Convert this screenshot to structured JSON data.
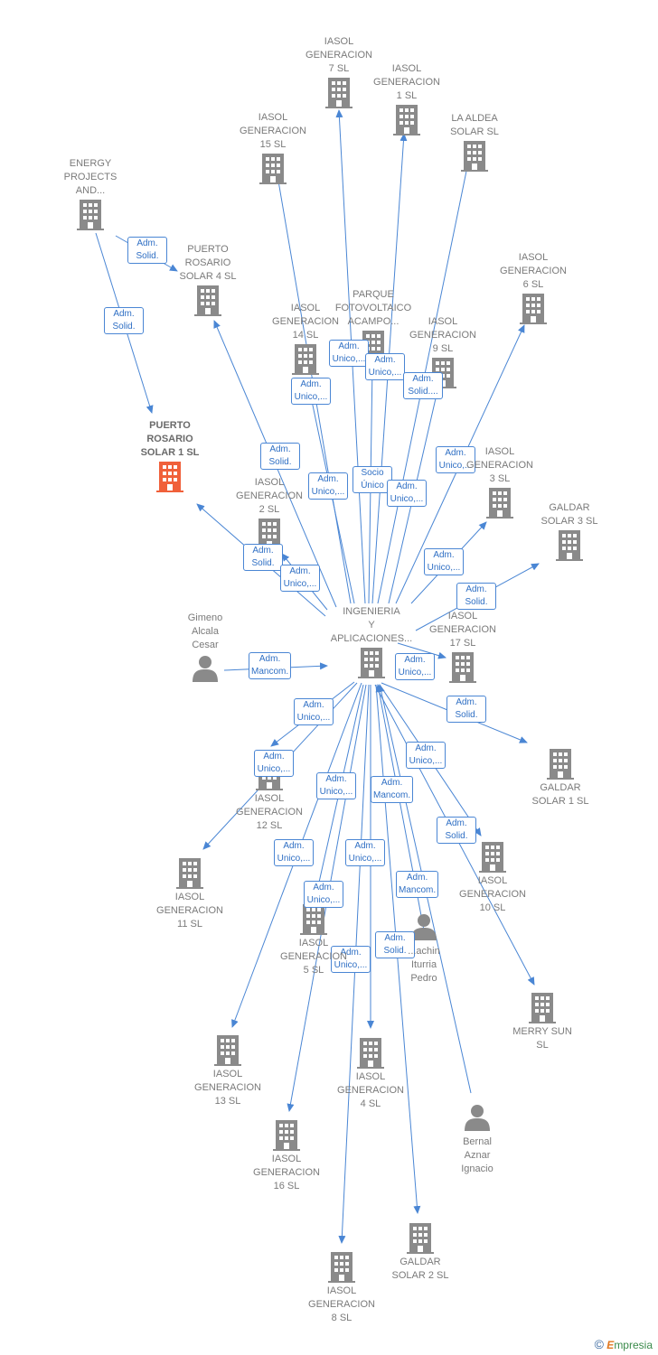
{
  "colors": {
    "edge": "#4a86d4",
    "building": "#8a8a8a",
    "building_highlight": "#f0603a",
    "person": "#8a8a8a"
  },
  "nodes": [
    {
      "id": "ingenieria",
      "label": "INGENIERIA\nY\nAPLICACIONES...",
      "type": "company"
    },
    {
      "id": "iasol7",
      "label": "IASOL\nGENERACION\n7  SL",
      "type": "company"
    },
    {
      "id": "iasol1",
      "label": "IASOL\nGENERACION\n1  SL",
      "type": "company"
    },
    {
      "id": "aldea",
      "label": "LA ALDEA\nSOLAR  SL",
      "type": "company"
    },
    {
      "id": "iasol15",
      "label": "IASOL\nGENERACION\n15  SL",
      "type": "company"
    },
    {
      "id": "energy",
      "label": "ENERGY\nPROJECTS\nAND...",
      "type": "company"
    },
    {
      "id": "pr4",
      "label": "PUERTO\nROSARIO\nSOLAR 4  SL",
      "type": "company"
    },
    {
      "id": "iasol6",
      "label": "IASOL\nGENERACION\n6  SL",
      "type": "company"
    },
    {
      "id": "iasol14",
      "label": "IASOL\nGENERACION\n14  SL",
      "type": "company"
    },
    {
      "id": "parque",
      "label": "PARQUE\nFOTOVOLTAICO\nACAMPO...",
      "type": "company"
    },
    {
      "id": "iasol9",
      "label": "IASOL\nGENERACION\n9  SL",
      "type": "company"
    },
    {
      "id": "pr1",
      "label": "PUERTO\nROSARIO\nSOLAR 1  SL",
      "type": "company",
      "highlight": true
    },
    {
      "id": "iasol3",
      "label": "IASOL\nGENERACION\n3  SL",
      "type": "company"
    },
    {
      "id": "iasol2",
      "label": "IASOL\nGENERACION\n2  SL",
      "type": "company"
    },
    {
      "id": "galdar3",
      "label": "GALDAR\nSOLAR 3  SL",
      "type": "company"
    },
    {
      "id": "iasol17",
      "label": "IASOL\nGENERACION\n17  SL",
      "type": "company"
    },
    {
      "id": "gimeno",
      "label": "Gimeno\nAlcala\nCesar",
      "type": "person"
    },
    {
      "id": "galdar1",
      "label": "GALDAR\nSOLAR 1  SL",
      "type": "company"
    },
    {
      "id": "iasol12",
      "label": "IASOL\nGENERACION\n12  SL",
      "type": "company"
    },
    {
      "id": "iasol11",
      "label": "IASOL\nGENERACION\n11  SL",
      "type": "company"
    },
    {
      "id": "iasol10",
      "label": "IASOL\nGENERACION\n10  SL",
      "type": "company"
    },
    {
      "id": "iasol5",
      "label": "IASOL\nGENERACION\n5  SL",
      "type": "company"
    },
    {
      "id": "joachin",
      "label": "...achin\nIturria\nPedro",
      "type": "person"
    },
    {
      "id": "merry",
      "label": "MERRY SUN\nSL",
      "type": "company"
    },
    {
      "id": "iasol13",
      "label": "IASOL\nGENERACION\n13  SL",
      "type": "company"
    },
    {
      "id": "iasol4",
      "label": "IASOL\nGENERACION\n4  SL",
      "type": "company"
    },
    {
      "id": "bernal",
      "label": "Bernal\nAznar\nIgnacio",
      "type": "person"
    },
    {
      "id": "iasol16",
      "label": "IASOL\nGENERACION\n16  SL",
      "type": "company"
    },
    {
      "id": "galdar2",
      "label": "GALDAR\nSOLAR 2  SL",
      "type": "company"
    },
    {
      "id": "iasol8",
      "label": "IASOL\nGENERACION\n8  SL",
      "type": "company"
    }
  ],
  "edges": [
    {
      "from": "ingenieria",
      "to": "iasol7",
      "label": "Adm.\nUnico,..."
    },
    {
      "from": "ingenieria",
      "to": "iasol1",
      "label": "Adm.\nUnico,..."
    },
    {
      "from": "ingenieria",
      "to": "aldea",
      "label": "Adm.\nSolid...."
    },
    {
      "from": "ingenieria",
      "to": "iasol15",
      "label": "Adm.\nUnico,..."
    },
    {
      "from": "ingenieria",
      "to": "pr4",
      "label": "Adm.\nSolid."
    },
    {
      "from": "ingenieria",
      "to": "iasol6",
      "label": "Adm.\nUnico,..."
    },
    {
      "from": "ingenieria",
      "to": "iasol14",
      "label": "Adm.\nUnico,..."
    },
    {
      "from": "ingenieria",
      "to": "parque",
      "label": "Socio\nÚnico"
    },
    {
      "from": "ingenieria",
      "to": "iasol9",
      "label": "Adm.\nUnico,..."
    },
    {
      "from": "ingenieria",
      "to": "pr1",
      "label": "Adm.\nSolid."
    },
    {
      "from": "ingenieria",
      "to": "iasol3",
      "label": "Adm.\nUnico,..."
    },
    {
      "from": "ingenieria",
      "to": "iasol2",
      "label": "Adm.\nUnico,..."
    },
    {
      "from": "ingenieria",
      "to": "galdar3",
      "label": "Adm.\nSolid."
    },
    {
      "from": "ingenieria",
      "to": "iasol17",
      "label": "Adm.\nUnico,..."
    },
    {
      "from": "gimeno",
      "to": "ingenieria",
      "label": "Adm.\nMancom."
    },
    {
      "from": "ingenieria",
      "to": "galdar1",
      "label": "Adm.\nSolid."
    },
    {
      "from": "ingenieria",
      "to": "iasol12",
      "label": "Adm.\nUnico,..."
    },
    {
      "from": "ingenieria",
      "to": "iasol11",
      "label": "Adm.\nUnico,..."
    },
    {
      "from": "ingenieria",
      "to": "iasol10",
      "label": "Adm.\nUnico,..."
    },
    {
      "from": "ingenieria",
      "to": "iasol5",
      "label": "Adm.\nUnico,..."
    },
    {
      "from": "ingenieria",
      "to": "merry",
      "label": "Adm.\nSolid."
    },
    {
      "from": "ingenieria",
      "to": "iasol13",
      "label": "Adm.\nUnico,..."
    },
    {
      "from": "ingenieria",
      "to": "iasol4",
      "label": "Adm.\nUnico,..."
    },
    {
      "from": "ingenieria",
      "to": "iasol16",
      "label": "Adm.\nUnico,..."
    },
    {
      "from": "ingenieria",
      "to": "galdar2",
      "label": "Adm.\nSolid."
    },
    {
      "from": "ingenieria",
      "to": "iasol8",
      "label": "Adm.\nUnico,..."
    },
    {
      "from": "joachin",
      "to": "ingenieria",
      "label": "Adm.\nMancom."
    },
    {
      "from": "bernal",
      "to": "ingenieria",
      "label": "Adm.\nMancom."
    },
    {
      "from": "energy",
      "to": "pr4",
      "label": "Adm.\nSolid."
    },
    {
      "from": "energy",
      "to": "pr1",
      "label": "Adm.\nSolid."
    }
  ],
  "footer": {
    "copyright": "©",
    "brand_initial": "E",
    "brand_rest": "mpresia"
  }
}
